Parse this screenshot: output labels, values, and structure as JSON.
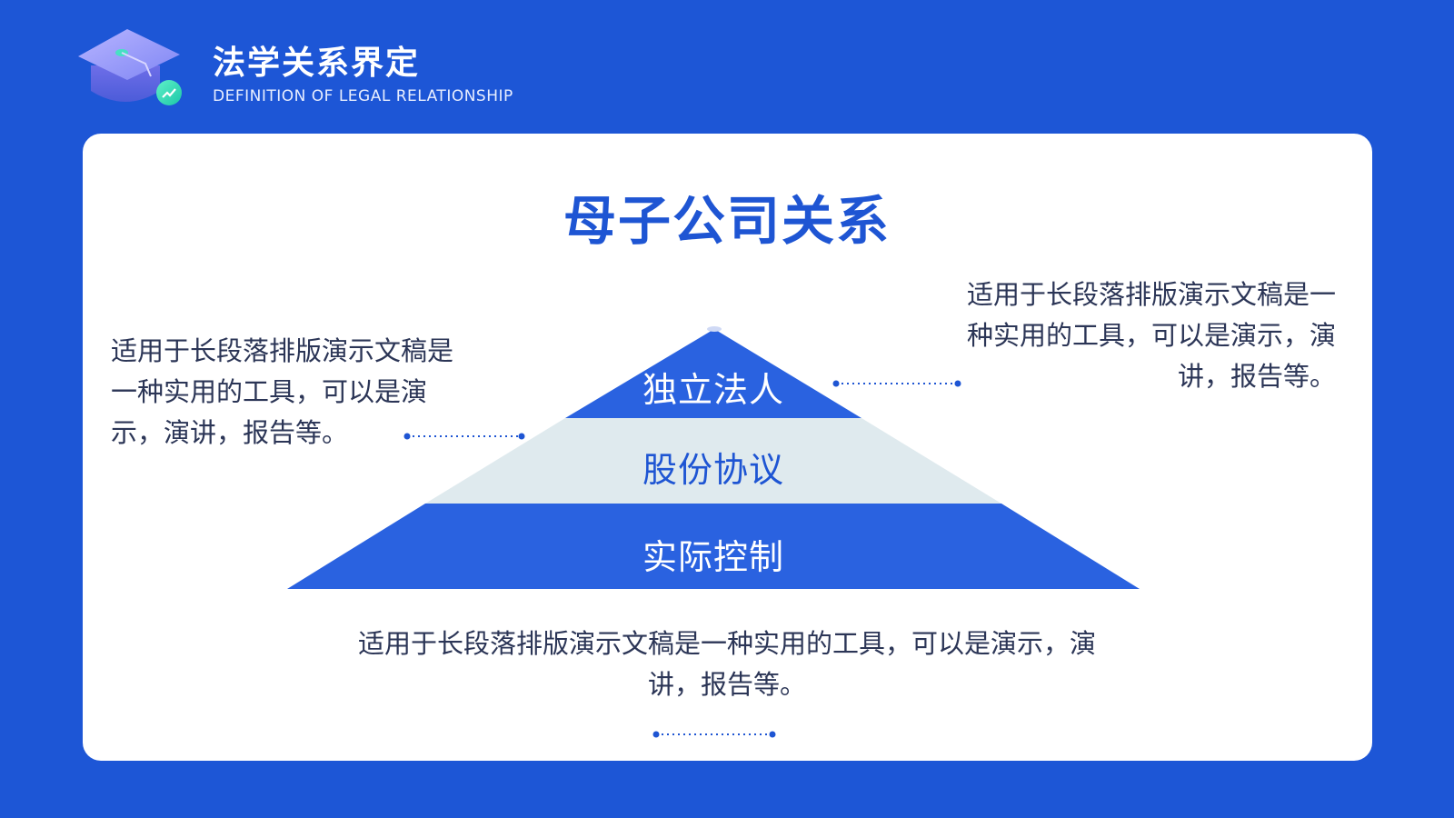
{
  "header": {
    "title": "法学关系界定",
    "subtitle": "DEFINITION OF LEGAL RELATIONSHIP",
    "logo_icon": "graduation-cap-icon"
  },
  "main": {
    "title": "母子公司关系",
    "left_text": "适用于长段落排版演示文稿是一种实用的工具，可以是演示，演讲，报告等。",
    "right_text": "适用于长段落排版演示文稿是一种实用的工具，可以是演示，演讲，报告等。",
    "bottom_text": "适用于长段落排版演示文稿是一种实用的工具，可以是演示，演讲，报告等。",
    "pyramid": {
      "top": "独立法人",
      "middle": "股份协议",
      "bottom": "实际控制"
    }
  },
  "colors": {
    "background": "#1d56d6",
    "accent": "#1e55d3",
    "tier_light": "#dfeaee",
    "text": "#2b3556"
  }
}
